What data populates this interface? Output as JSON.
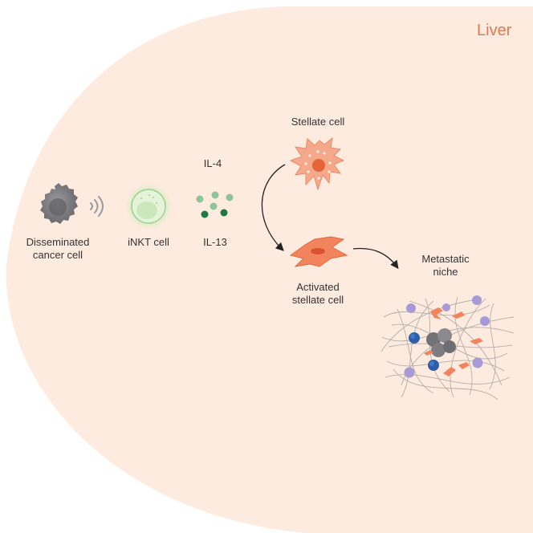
{
  "organ_label": "Liver",
  "labels": {
    "disseminated_line1": "Disseminated",
    "disseminated_line2": "cancer cell",
    "inkt": "iNKT cell",
    "il4": "IL-4",
    "il13": "IL-13",
    "stellate": "Stellate cell",
    "activated_line1": "Activated",
    "activated_line2": "stellate cell",
    "metastatic_line1": "Metastatic",
    "metastatic_line2": "niche"
  },
  "icons": {
    "cancer": "cancer-cell-icon",
    "signal": "signal-waves-icon",
    "inkt": "inkt-cell-icon",
    "cytokines": "cytokine-dots-icon",
    "stellate": "stellate-cell-icon",
    "activated": "activated-stellate-cell-icon",
    "niche": "metastatic-niche-icon"
  },
  "colors": {
    "liver_fill": "#fdebe0",
    "liver_text": "#e07a4f",
    "cancer_cell": "#7d7d80",
    "inkt_glow": "#bfe7b0",
    "cytokine_light": "#8fc39a",
    "cytokine_dark": "#1e7a45",
    "stellate": "#f5a88a",
    "stellate_nucleus": "#e6643a",
    "activated": "#f1845d",
    "purple_cell": "#a79ad6",
    "blue_cell": "#2e5ea8"
  }
}
